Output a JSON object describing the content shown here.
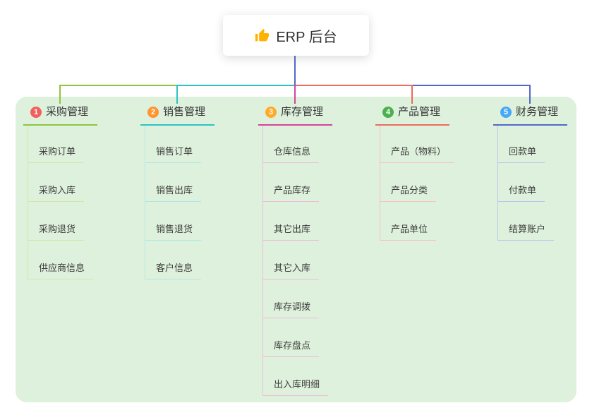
{
  "root": {
    "label": "ERP 后台",
    "icon": "thumbs-up-icon"
  },
  "colors": {
    "stem": "#5168c9",
    "panel": "#def1dc",
    "root_icon": "#ffb300"
  },
  "branches": [
    {
      "num": "1",
      "label": "采购管理",
      "line_color": "#8fc542",
      "light_color": "#cfe8a8",
      "badge_color": "#f2605c",
      "children": [
        "采购订单",
        "采购入库",
        "采购退货",
        "供应商信息"
      ]
    },
    {
      "num": "2",
      "label": "销售管理",
      "line_color": "#2ec2c4",
      "light_color": "#b0e7e4",
      "badge_color": "#ff9430",
      "children": [
        "销售订单",
        "销售出库",
        "销售退货",
        "客户信息"
      ]
    },
    {
      "num": "3",
      "label": "库存管理",
      "line_color": "#d4449c",
      "light_color": "#eebcd8",
      "badge_color": "#ffaa2a",
      "children": [
        "仓库信息",
        "产品库存",
        "其它出库",
        "其它入库",
        "库存调拨",
        "库存盘点",
        "出入库明细"
      ]
    },
    {
      "num": "4",
      "label": "产品管理",
      "line_color": "#ee6a5f",
      "light_color": "#f6c3bd",
      "badge_color": "#4caf50",
      "children": [
        "产品（物料）",
        "产品分类",
        "产品单位"
      ]
    },
    {
      "num": "5",
      "label": "财务管理",
      "line_color": "#5168c9",
      "light_color": "#bcc6ec",
      "badge_color": "#47a8f5",
      "children": [
        "回款单",
        "付款单",
        "结算账户"
      ]
    }
  ]
}
